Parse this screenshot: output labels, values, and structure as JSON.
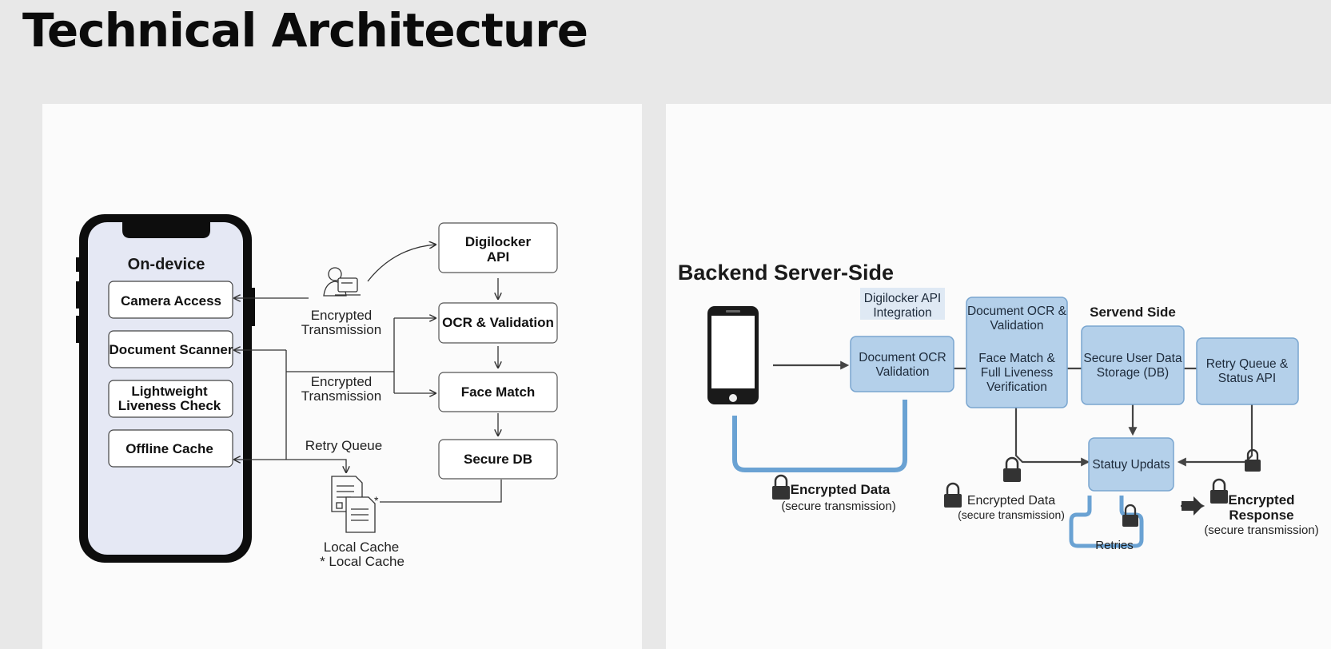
{
  "page": {
    "title": "Technical Architecture"
  },
  "left": {
    "phone_title": "On-device",
    "device_items": [
      "Camera Access",
      "Document Scanner",
      "Lightweight",
      "Liveness Check",
      "Offline Cache"
    ],
    "enc1": [
      "Encrypted",
      "Transmission"
    ],
    "enc2": [
      "Encrypted",
      "Transmission"
    ],
    "retry_queue": "Retry Queue",
    "local_cache": [
      "Local Cache",
      "* Local Cache"
    ],
    "cache_mark": "*",
    "services": {
      "digilocker": [
        "Digilocker",
        "API"
      ],
      "ocr": "OCR & Validation",
      "face": "Face Match",
      "db": "Secure DB"
    }
  },
  "right": {
    "title": "Backend Server-Side",
    "servend": "Servend Side",
    "digi_integration": [
      "Digilocker API",
      "Integration"
    ],
    "box1": [
      "Document OCR",
      "Validation"
    ],
    "box2_top": [
      "Document OCR &",
      "Validation"
    ],
    "box2_bottom": [
      "Face Match &",
      "Full Liveness",
      "Verification"
    ],
    "box3": [
      "Secure User Data",
      "Storage (DB)"
    ],
    "box4": [
      "Retry Queue &",
      "Status API"
    ],
    "status": "Statuy Updats",
    "retries": "Retries",
    "enc_data_1": [
      "Encrypted Data",
      "(secure transmission)"
    ],
    "enc_data_2": [
      "Encrypted Data",
      "(secure transmission)"
    ],
    "enc_resp": [
      "Encrypted",
      "Response",
      "(secure transmission)"
    ]
  },
  "colors": {
    "box_fill": "#b4d0ea",
    "box_stroke": "#7aa6d0",
    "pipe": "#6aa2d3",
    "phone_screen": "#e5e8f4"
  },
  "icons": [
    "user-laptop-icon",
    "document-stack-icon",
    "lock-icon",
    "arrow-right-icon",
    "smartphone-icon"
  ]
}
